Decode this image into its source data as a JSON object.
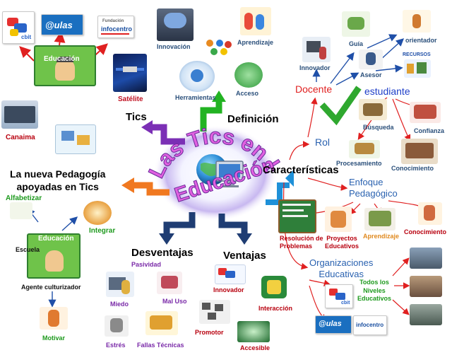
{
  "center": {
    "line1": "Las Tics en la",
    "line2": "Educación"
  },
  "nodes": {
    "tics": "Tics",
    "definicion": "Definición",
    "caracteristicas": "Características",
    "nueva_pedagogia": "La nueva Pedagogía\napoyadas en Tics",
    "desventajas": "Desventajas",
    "ventajas": "Ventajas"
  },
  "tics_items": {
    "educacion": "Educación",
    "satelite": "Satélite",
    "canaima": "Canaima"
  },
  "definicion_items": {
    "innovacion": "Innovación",
    "aprendizaje": "Aprendizaje",
    "herramientas": "Herramientas",
    "acceso": "Acceso"
  },
  "rol": {
    "label": "Rol",
    "docente": "Docente",
    "estudiante": "estudiante",
    "docente_items": {
      "innovador": "Innovador",
      "guia": "Guía",
      "orientador": "orientador",
      "asesor": "Asesor",
      "recursos": "RECURSOS"
    },
    "estudiante_items": {
      "busqueda": "Búsqueda",
      "confianza": "Confianza",
      "procesamiento": "Procesamiento",
      "conocimiento": "Conocimiento"
    }
  },
  "enfoque": {
    "label": "Enfoque\nPedagógico",
    "items": {
      "resolucion": "Resolución de\nProblemas",
      "proyectos": "Proyectos\nEducativos",
      "aprendizaje": "Aprendizaje",
      "conocimiento": "Conocimiento"
    }
  },
  "organizaciones": {
    "label": "Organizaciones\nEducativas",
    "niveles": "Todos los\nNiveles\nEducativos"
  },
  "pedagogia_items": {
    "alfabetizar": "Alfabetizar",
    "integrar": "Integrar",
    "escuela": "Escuela",
    "educacion": "Educación",
    "agente": "Agente culturizador",
    "motivar": "Motivar"
  },
  "desventajas_items": {
    "pasividad": "Pasividad",
    "miedo": "Miedo",
    "mal_uso": "Mal Uso",
    "estres": "Estrés",
    "fallas": "Fallas Técnicas"
  },
  "ventajas_items": {
    "innovador": "Innovador",
    "interaccion": "Interacción",
    "promotor": "Promotor",
    "accesible": "Accesible"
  },
  "logos": {
    "cbit": "cbit",
    "aulas": "@ulas",
    "infocentro": "infocentro",
    "infocentro_top": "Fundación"
  },
  "colors": {
    "center_text": "#e060e0",
    "tics_arrow": "#7b2fb5",
    "definicion_arrow": "#22b322",
    "pedagogia_arrow": "#f07820",
    "caracteristicas_arrow": "#1e90d8",
    "desventajas_arrow": "#1f3d73",
    "red_arrow": "#e02020",
    "blue_arrow": "#1f4fa8",
    "docente_text": "#e02020",
    "estudiante_text": "#1f3fc8",
    "rol_text": "#2a62b0",
    "satelite_text": "#c01020",
    "green_text": "#1e9a1e",
    "purple_text": "#7a2aa8",
    "dark_red_text": "#b8000e"
  }
}
